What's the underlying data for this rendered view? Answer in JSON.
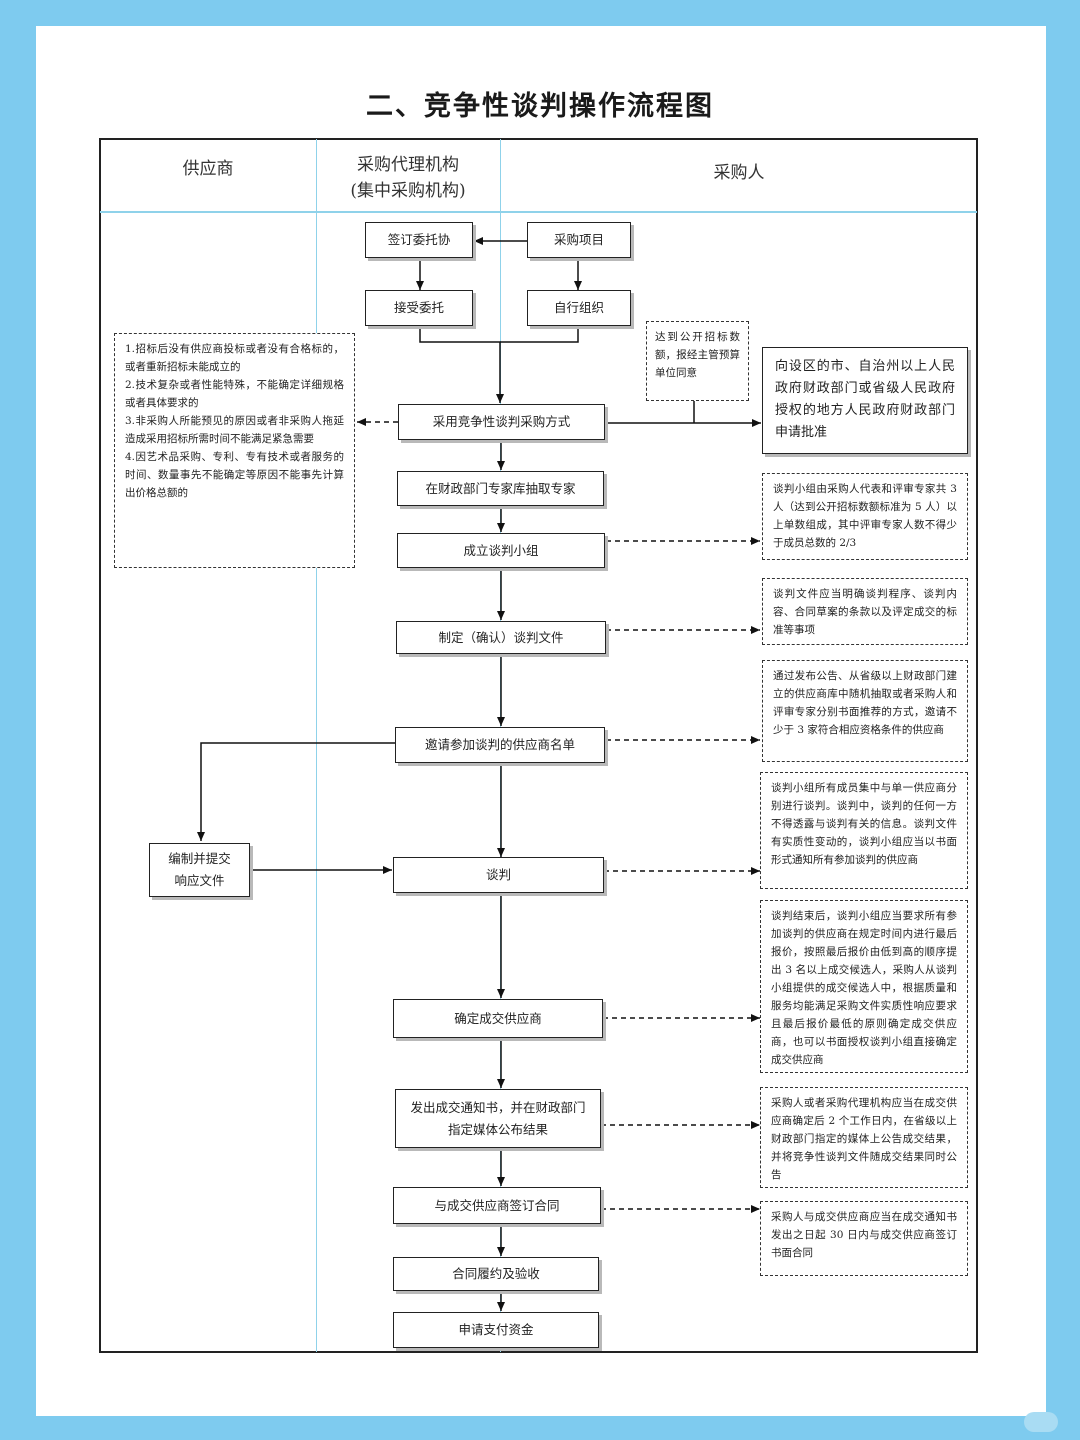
{
  "title": "二、竞争性谈判操作流程图",
  "lanes": {
    "supplier": "供应商",
    "agency_line1": "采购代理机构",
    "agency_line2": "(集中采购机构)",
    "purchaser": "采购人"
  },
  "boxes": {
    "sign_entrust": "签订委托协",
    "purchase_project": "采购项目",
    "accept_entrust": "接受委托",
    "self_organize": "自行组织",
    "adopt_method": "采用竞争性谈判采购方式",
    "extract_experts": "在财政部门专家库抽取专家",
    "form_team": "成立谈判小组",
    "make_docs": "制定（确认）谈判文件",
    "invite_list": "邀请参加谈判的供应商名单",
    "prepare_response": "编制并提交响应文件",
    "negotiate": "谈判",
    "determine_supplier": "确定成交供应商",
    "issue_notice": "发出成交通知书，并在财政部门指定媒体公布结果",
    "sign_contract": "与成交供应商签订合同",
    "perform_accept": "合同履约及验收",
    "apply_payment": "申请支付资金"
  },
  "notes": {
    "left_conditions": [
      "1.招标后没有供应商投标或者没有合格标的，或者重新招标未能成立的",
      "2.技术复杂或者性能特殊，不能确定详细规格或者具体要求的",
      "3.非采购人所能预见的原因或者非采购人拖延造成采用招标所需时间不能满足紧急需要",
      "4.因艺术品采购、专利、专有技术或者服务的时间、数量事先不能确定等原因不能事先计算出价格总额的"
    ],
    "threshold": "达到公开招标数额，报经主管预算单位同意",
    "approval": "向设区的市、自治州以上人民政府财政部门或省级人民政府授权的地方人民政府财政部门申请批准",
    "team_composition": "谈判小组由采购人代表和评审专家共 3 人（达到公开招标数额标准为 5 人）以上单数组成，其中评审专家人数不得少于成员总数的 2/3",
    "doc_content": "谈判文件应当明确谈判程序、谈判内容、合同草案的条款以及评定成交的标准等事项",
    "invite_methods": "通过发布公告、从省级以上财政部门建立的供应商库中随机抽取或者采购人和评审专家分别书面推荐的方式，邀请不少于 3 家符合相应资格条件的供应商",
    "negotiation_rules": "谈判小组所有成员集中与单一供应商分别进行谈判。谈判中，谈判的任何一方不得透露与谈判有关的信息。谈判文件有实质性变动的，谈判小组应当以书面形式通知所有参加谈判的供应商",
    "final_quote": "谈判结束后，谈判小组应当要求所有参加谈判的供应商在规定时间内进行最后报价，按照最后报价由低到高的顺序提出 3 名以上成交候选人，采购人从谈判小组提供的成交候选人中，根据质量和服务均能满足采购文件实质性响应要求且最后报价最低的原则确定成交供应商，也可以书面授权谈判小组直接确定成交供应商",
    "announce_rule": "采购人或者采购代理机构应当在成交供应商确定后 2 个工作日内，在省级以上财政部门指定的媒体上公告成交结果，并将竞争性谈判文件随成交结果同时公告",
    "contract_rule": "采购人与成交供应商应当在成交通知书发出之日起 30 日内与成交供应商签订书面合同"
  },
  "colors": {
    "background": "#7ecbef",
    "lane_divider": "#8fd2ea",
    "stroke": "#222222"
  }
}
